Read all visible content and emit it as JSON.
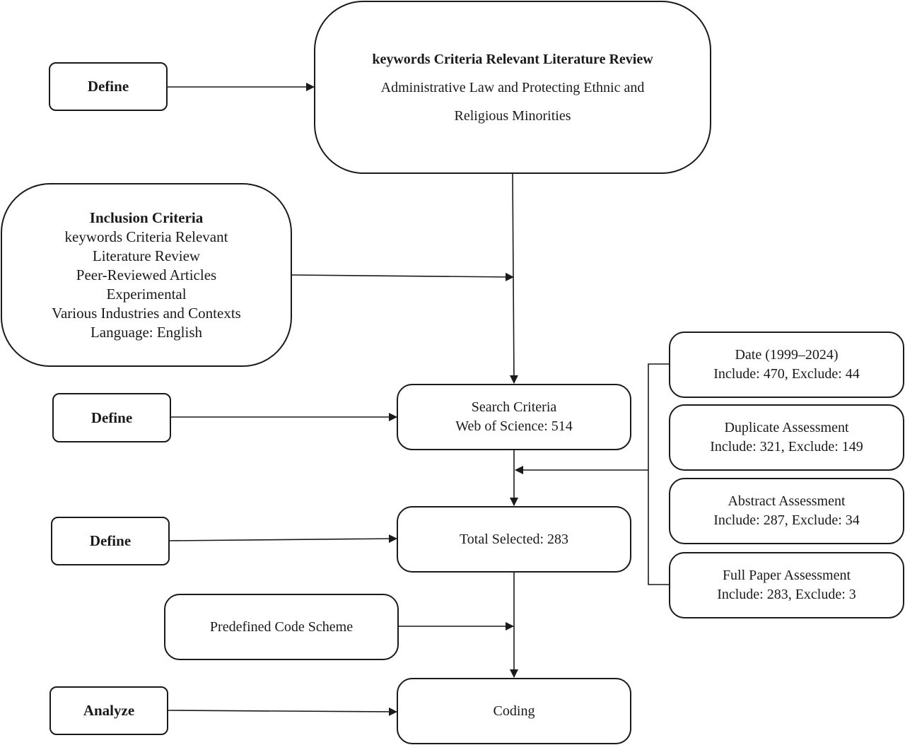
{
  "review_box": {
    "title": "keywords Criteria Relevant Literature Review",
    "line1": "Administrative Law and Protecting Ethnic and",
    "line2": "Religious Minorities"
  },
  "inclusion": {
    "title": "Inclusion Criteria",
    "items": [
      "keywords Criteria Relevant",
      "Literature Review",
      "Peer-Reviewed Articles",
      "Experimental",
      "Various Industries and Contexts",
      "Language: English"
    ]
  },
  "side_labels": {
    "define_1": "Define",
    "define_2": "Define",
    "define_3": "Define",
    "analyze": "Analyze"
  },
  "search": {
    "line1": "Search Criteria",
    "line2": "Web of Science: 514"
  },
  "total_selected": "Total Selected: 283",
  "code_scheme": "Predefined Code Scheme",
  "coding": "Coding",
  "assessments": [
    {
      "title": "Date (1999–2024)",
      "counts": "Include: 470, Exclude: 44"
    },
    {
      "title": "Duplicate Assessment",
      "counts": "Include: 321, Exclude: 149"
    },
    {
      "title": "Abstract Assessment",
      "counts": "Include: 287, Exclude: 34"
    },
    {
      "title": "Full Paper Assessment",
      "counts": "Include: 283, Exclude: 3"
    }
  ]
}
